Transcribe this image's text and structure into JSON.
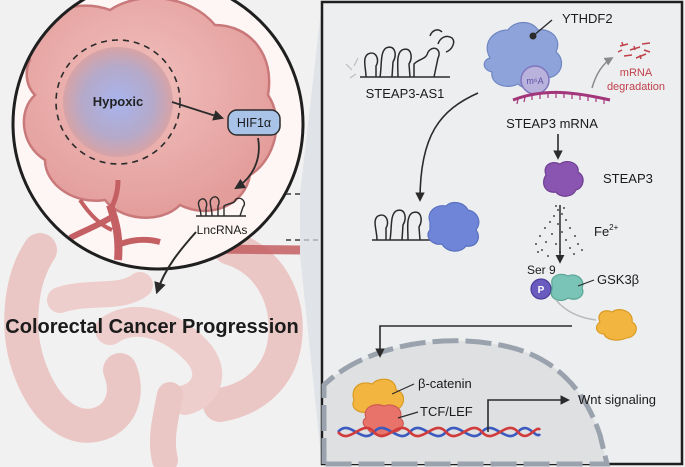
{
  "labels": {
    "hypoxic": "Hypoxic",
    "hif1a": "HIF1α",
    "lncrnas": "LncRNAs",
    "crc_progression": "Colorectal Cancer Progression",
    "steap3_as1": "STEAP3-AS1",
    "ythdf2": "YTHDF2",
    "m6a": "m⁶A",
    "mrna_degradation_line1": "mRNA",
    "mrna_degradation_line2": "degradation",
    "steap3_mrna": "STEAP3 mRNA",
    "steap3": "STEAP3",
    "fe": "Fe",
    "fe_charge": "2+",
    "ser9": "Ser 9",
    "phospho": "P",
    "gsk3b": "GSK3β",
    "beta_catenin": "β-catenin",
    "tcf_lef": "TCF/LEF",
    "wnt_signaling": "Wnt signaling"
  },
  "colors": {
    "background": "#f1f1f1",
    "panel_border": "#2b2b2b",
    "tumor_pink": "#e7a8a6",
    "tumor_dark": "#c9797a",
    "vessel": "#c45f63",
    "hypoxic_core": "#8e9ad6",
    "hif_box": "#a9c3e8",
    "ythdf2_blue": "#8da3d9",
    "steap3_purple": "#8a55b0",
    "gsk3b_teal": "#79c4b6",
    "phospho_purple": "#6a5bbf",
    "beta_catenin_orange": "#f2b640",
    "tcf_lef_red": "#e8736b",
    "dna_blue": "#3b5bbf",
    "dna_red": "#d23b3b",
    "mrna_magenta": "#a3357a",
    "degradation_red": "#c0414a"
  }
}
